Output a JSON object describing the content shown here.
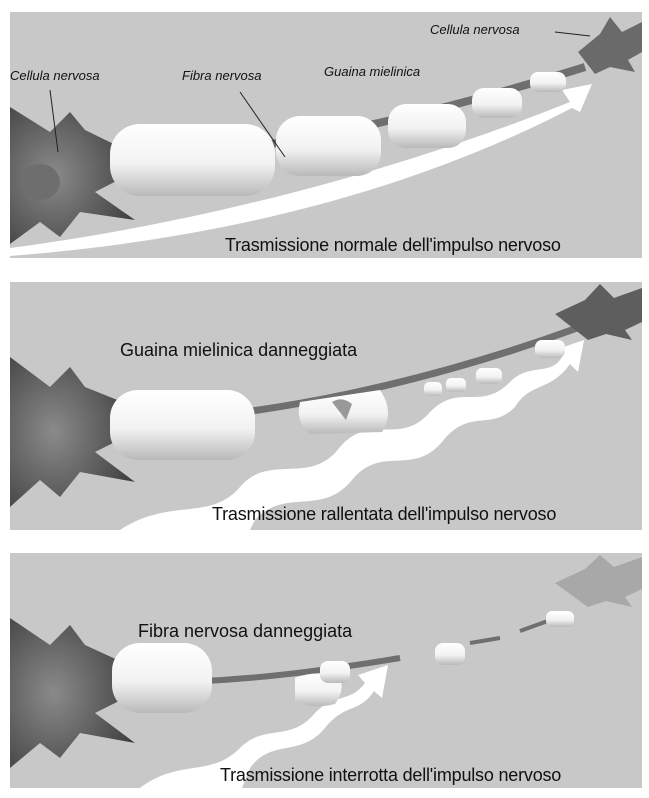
{
  "panel1": {
    "label_cell_left": "Cellula nervosa",
    "label_fiber": "Fibra nervosa",
    "label_sheath": "Guaina mielinica",
    "label_cell_right": "Cellula nervosa",
    "caption": "Trasmissione normale dell'impulso nervoso"
  },
  "panel2": {
    "title": "Guaina mielinica danneggiata",
    "caption": "Trasmissione rallentata dell'impulso nervoso"
  },
  "panel3": {
    "title": "Fibra nervosa danneggiata",
    "caption": "Trasmissione interrotta dell'impulso nervoso"
  },
  "colors": {
    "panel_bg": "#c8c8c8",
    "neuron": "#5a5a5a",
    "sheath": "#f4f4f4",
    "fiber": "#7a7a7a",
    "arrow": "#ffffff"
  }
}
